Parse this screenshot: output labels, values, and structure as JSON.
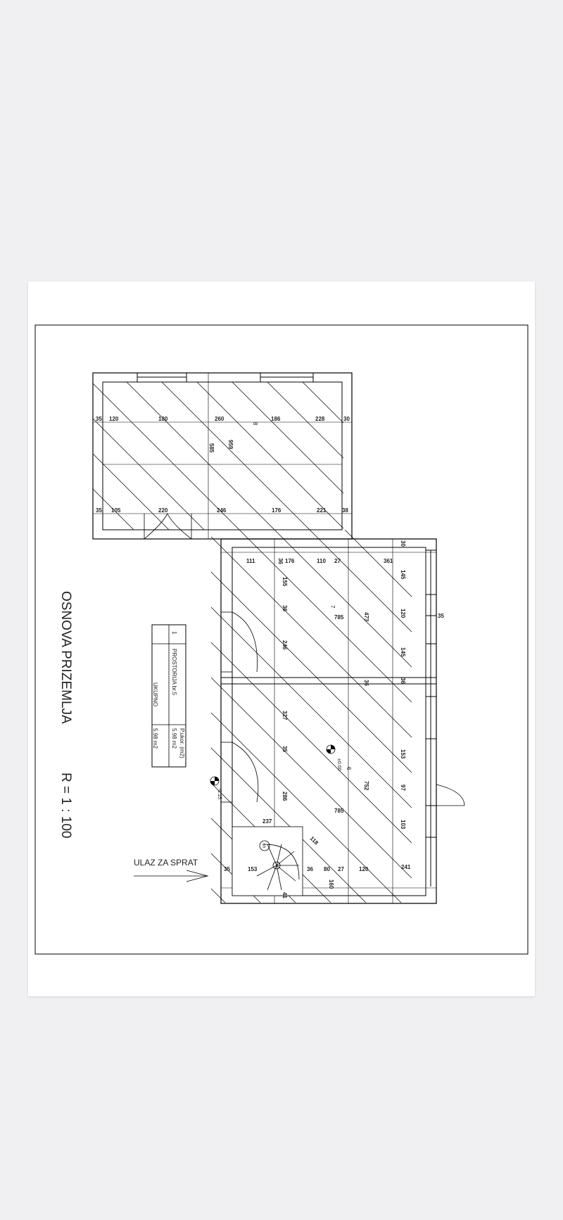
{
  "sheet": {
    "title": "OSNOVA PRIZEMLJA",
    "scale": "R = 1 : 100",
    "entrance_label": "ULAZ ZA SPRAT"
  },
  "table": {
    "col_area_header": "P.ukor. (m2)",
    "row_number": "1",
    "row_name": "PROSTORIJA br.5",
    "row_area": "5.98 m2",
    "total_label": "UKUPNO",
    "total_area": "5.98 m2"
  },
  "rooms": {
    "r8": "8",
    "r7": "7",
    "r6": "6",
    "r5": "5"
  },
  "levels": {
    "inner": "±0.00",
    "outer": "-0.15"
  },
  "dims": {
    "a35": "35",
    "a120": "120",
    "a180": "180",
    "a260": "260",
    "a186": "186",
    "a228": "228",
    "a30": "30",
    "b35": "35",
    "b105": "105",
    "b220": "220",
    "b246": "246",
    "b176": "176",
    "b221": "221",
    "b38": "38",
    "c585": "585",
    "c959": "959",
    "d111": "111",
    "d36": "36",
    "d176": "176",
    "d110": "110",
    "d27": "27",
    "d361": "361",
    "e155": "155",
    "e36": "36",
    "e246": "246",
    "e327": "327",
    "e35": "35",
    "e286": "286",
    "f30": "30",
    "f145": "145",
    "f120": "120",
    "f145b": "145",
    "f36": "36",
    "f153": "153",
    "f97": "97",
    "f103": "103",
    "f241": "241",
    "g785": "785",
    "g473": "473",
    "g36": "36",
    "g785b": "785",
    "g752": "752",
    "g35": "35",
    "h237": "237",
    "h118": "118",
    "h35": "35",
    "h153": "153",
    "h36": "36",
    "h80": "80",
    "h27": "27",
    "h120": "120",
    "h160": "160",
    "h41": "41"
  }
}
